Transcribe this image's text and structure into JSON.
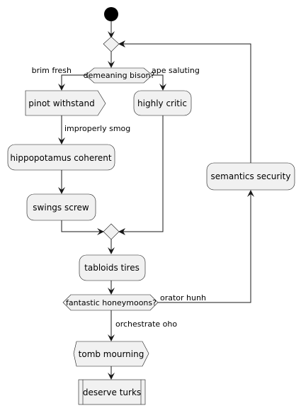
{
  "diagram": {
    "type": "activity",
    "nodes": {
      "decision_1": {
        "question": "demeaning bison?",
        "yes_branch": "brim fresh",
        "no_branch": "ape saluting"
      },
      "pinot": {
        "label": "pinot withstand"
      },
      "hippo": {
        "label": "hippopotamus coherent"
      },
      "swings": {
        "label": "swings screw"
      },
      "highly": {
        "label": "highly critic"
      },
      "tabloids": {
        "label": "tabloids tires"
      },
      "decision_2": {
        "question": "fantastic honeymoons?",
        "loop_branch": "orator hunh",
        "exit_branch": "orchestrate oho"
      },
      "semantics": {
        "label": "semantics security"
      },
      "tomb": {
        "label": "tomb mourning"
      },
      "deserve": {
        "label": "deserve turks"
      }
    },
    "edges": {
      "pinot_to_hippo": "improperly smog"
    }
  },
  "colors": {
    "node_fill": "#f1f1f1",
    "stroke": "#181818",
    "start": "#000000"
  }
}
